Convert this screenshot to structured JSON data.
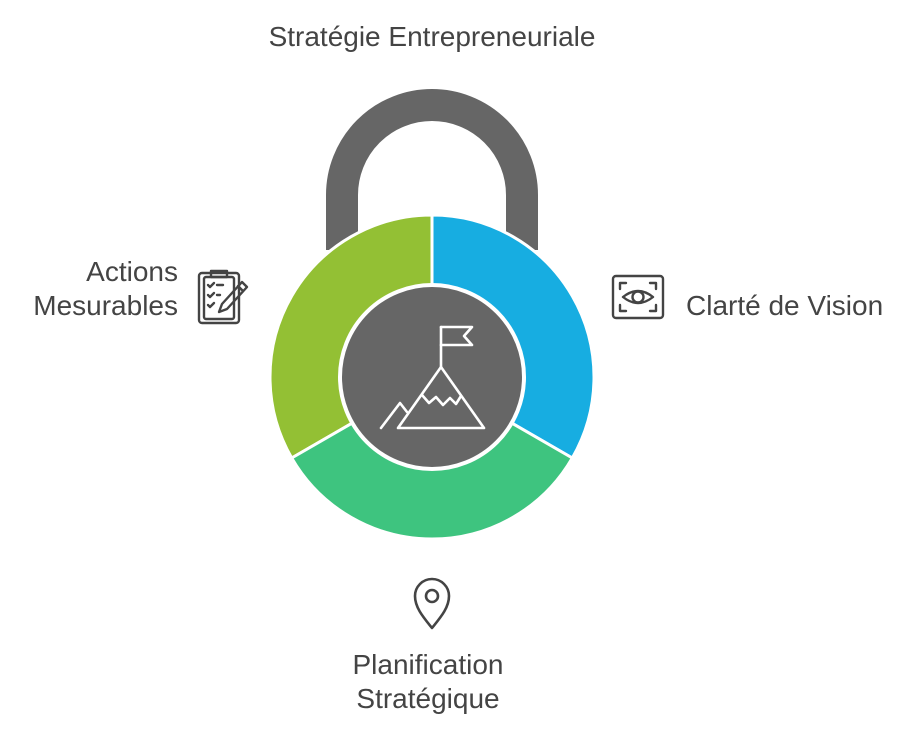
{
  "diagram": {
    "title": "Stratégie Entrepreneuriale",
    "segments": [
      {
        "id": "actions",
        "label_lines": [
          "Actions",
          "Mesurables"
        ],
        "color": "#93c034",
        "icon": "clipboard-pencil-icon"
      },
      {
        "id": "vision",
        "label_lines": [
          "Clarté de Vision"
        ],
        "color": "#17ade1",
        "icon": "eye-scan-icon"
      },
      {
        "id": "planning",
        "label_lines": [
          "Planification",
          "Stratégique"
        ],
        "color": "#3ec47f",
        "icon": "location-pin-icon"
      }
    ],
    "center": {
      "icon": "mountain-flag-icon",
      "color": "#666666"
    },
    "shackle_color": "#666666"
  }
}
